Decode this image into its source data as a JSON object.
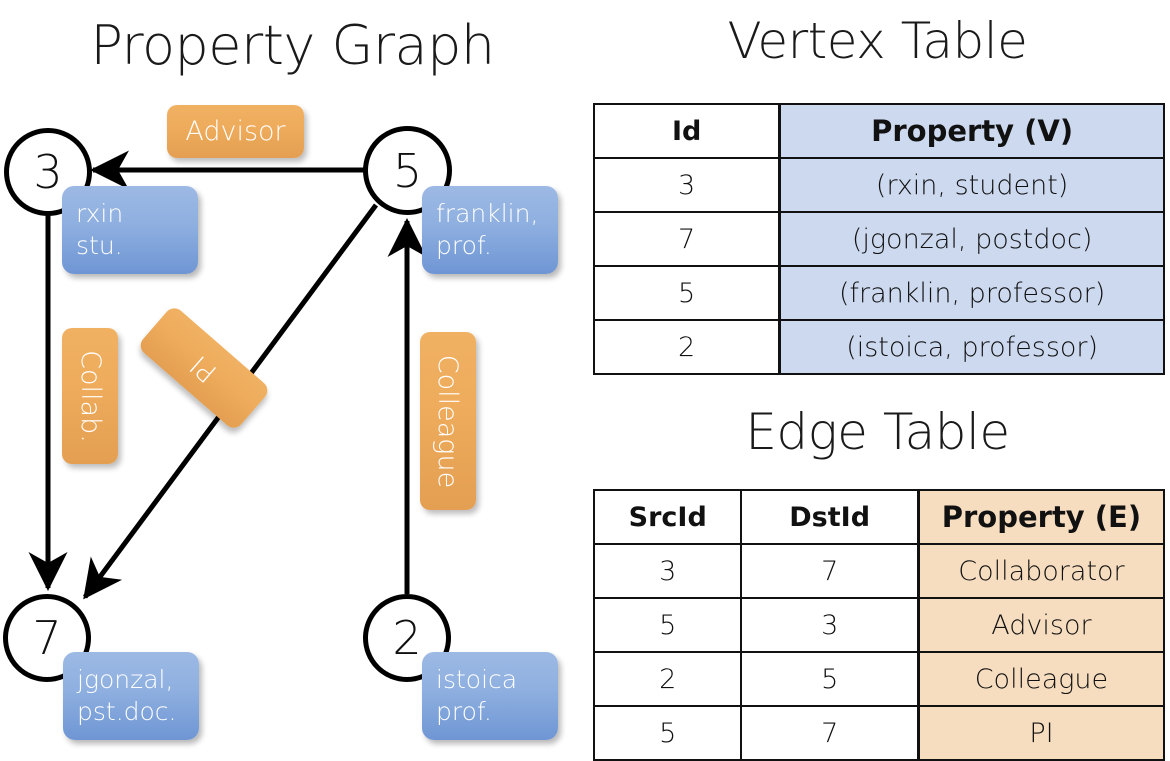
{
  "titles": {
    "property_graph": "Property Graph",
    "vertex_table": "Vertex Table",
    "edge_table": "Edge Table"
  },
  "graph": {
    "nodes": [
      {
        "id": "3",
        "label": "3",
        "prop_line1": "rxin",
        "prop_line2": "stu."
      },
      {
        "id": "5",
        "label": "5",
        "prop_line1": "franklin,",
        "prop_line2": "prof."
      },
      {
        "id": "7",
        "label": "7",
        "prop_line1": "jgonzal,",
        "prop_line2": "pst.doc."
      },
      {
        "id": "2",
        "label": "2",
        "prop_line1": "istoica",
        "prop_line2": "prof."
      }
    ],
    "edge_labels": [
      {
        "key": "advisor",
        "text": "Advisor",
        "orientation": "horizontal"
      },
      {
        "key": "collab",
        "text": "Collab.",
        "orientation": "vertical"
      },
      {
        "key": "pi",
        "text": "PI",
        "orientation": "diagonal"
      },
      {
        "key": "colleague",
        "text": "Colleague",
        "orientation": "vertical"
      }
    ],
    "edges": [
      {
        "from": "5",
        "to": "3",
        "label": "Advisor"
      },
      {
        "from": "3",
        "to": "7",
        "label": "Collab."
      },
      {
        "from": "5",
        "to": "7",
        "label": "PI"
      },
      {
        "from": "2",
        "to": "5",
        "label": "Colleague"
      }
    ]
  },
  "vertex_table": {
    "headers": [
      "Id",
      "Property (V)"
    ],
    "rows": [
      [
        "3",
        "(rxin, student)"
      ],
      [
        "7",
        "(jgonzal, postdoc)"
      ],
      [
        "5",
        "(franklin, professor)"
      ],
      [
        "2",
        "(istoica, professor)"
      ]
    ]
  },
  "edge_table": {
    "headers": [
      "SrcId",
      "DstId",
      "Property (E)"
    ],
    "rows": [
      [
        "3",
        "7",
        "Collaborator"
      ],
      [
        "5",
        "3",
        "Advisor"
      ],
      [
        "2",
        "5",
        "Colleague"
      ],
      [
        "5",
        "7",
        "PI"
      ]
    ]
  },
  "colors": {
    "vertex_property_fill": "#ccd9ef",
    "edge_property_fill": "#f7ddc0",
    "node_box_blue": "#8fb0e0",
    "edge_label_orange": "#eeab5b",
    "stroke": "#111111"
  }
}
